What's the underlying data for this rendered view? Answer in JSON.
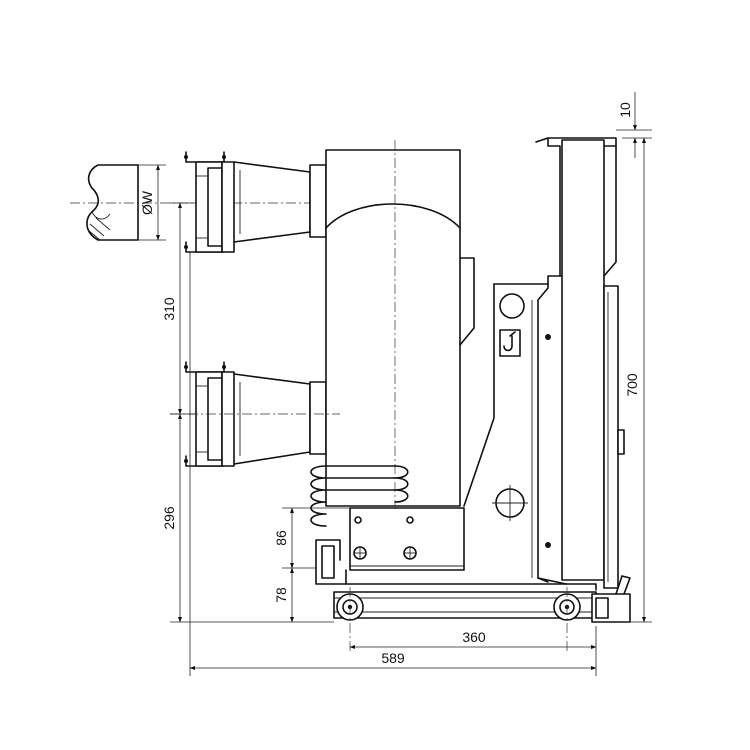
{
  "dimensions": {
    "top_offset": "10",
    "height_total": "700",
    "pole_spacing": "310",
    "lower_height": "296",
    "chassis_height": "86",
    "wheel_height": "78",
    "wheel_base": "360",
    "overall_depth": "589",
    "contact_diameter": "ØW"
  },
  "symbols": {
    "hook": "hook-icon",
    "crosshair": "crosshair-mark-icon"
  }
}
